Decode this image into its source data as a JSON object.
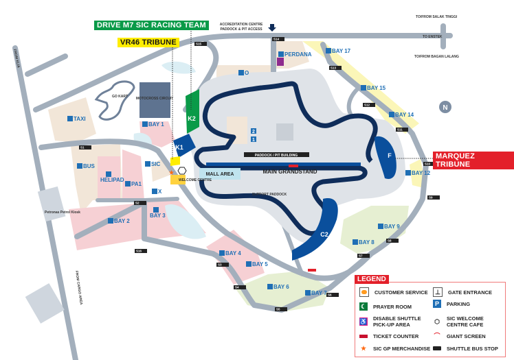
{
  "callouts": {
    "drive_m7": "DRIVE M7 SIC RACING TEAM",
    "vr46": "VR46 TRIBUNE",
    "marquez": "MARQUEZ TRIBUNE"
  },
  "roads": {
    "from_klia": "FROM KLIA",
    "from_cargo": "FROM CARGO AREA",
    "accreditation": "ACCREDITATION CENTRE",
    "paddock_pit_access": "PADDOCK & PIT ACCESS",
    "to_enstek": "TO ENSTEK",
    "salak_tinggi": "TO/FROM SALAK TINGGI",
    "bagan_lalang": "TO/FROM BAGAN LALANG",
    "petronas": "Petronas Petrol Kiosk"
  },
  "areas": {
    "go_kart": "GO KART",
    "motocross": "MOTOCROSS CIRCUIT",
    "k1": "K1",
    "k2": "K2",
    "f": "F",
    "c2": "C2",
    "mall": "MALL AREA",
    "main_grandstand": "MAIN GRANDSTAND",
    "paddock_pit": "PADDOCK / PIT BUILDING",
    "support_paddock": "SUPPORT PADDOCK",
    "welcome_centre": "WELCOME CENTRE",
    "north": "N"
  },
  "parking": {
    "taxi": "TAXI",
    "bus": "BUS",
    "helipad": "HELIPAD",
    "pa1": "PA1",
    "sic": "SIC",
    "x": "X",
    "bay1": "BAY 1",
    "bay2": "BAY 2",
    "bay3": "BAY 3",
    "bay4": "BAY 4",
    "bay5": "BAY 5",
    "bay6": "BAY 6",
    "bay7": "BAY 7",
    "bay8": "BAY 8",
    "bay9": "BAY 9",
    "bay12": "BAY 12",
    "bay14": "BAY 14",
    "bay15": "BAY 15",
    "bay17": "BAY 17",
    "perdana": "PERDANA",
    "o": "O",
    "p1": "1",
    "p2": "2",
    "p_symbol": "P"
  },
  "bus_stops": [
    "S1",
    "S2",
    "S3",
    "S4",
    "S5",
    "S6",
    "S7",
    "S8",
    "S9",
    "S10",
    "S11",
    "S12",
    "S13",
    "S14",
    "S15",
    "S16"
  ],
  "legend": {
    "title": "LEGEND",
    "items": [
      "CUSTOMER SERVICE",
      "GATE ENTRANCE",
      "PRAYER ROOM",
      "PARKING",
      "DISABLE SHUTTLE PICK-UP AREA",
      "SIC WELCOME CENTRE CAFE",
      "TICKET COUNTER",
      "GIANT SCREEN",
      "SIC GP MERCHANDISE",
      "SHUTTLE BUS STOP"
    ]
  },
  "colors": {
    "track": "#0f2d5a",
    "grandstand_blue": "#0a4f9c",
    "k2_green": "#0a9a48",
    "vr46_yellow": "#ffed00",
    "marquez_red": "#e3202a",
    "road": "#a3afbc",
    "parking_pink": "#f6d0d4",
    "parking_beige": "#f2e6d8",
    "parking_yellow": "#fbf6b8",
    "parking_green": "#e6efd2"
  }
}
